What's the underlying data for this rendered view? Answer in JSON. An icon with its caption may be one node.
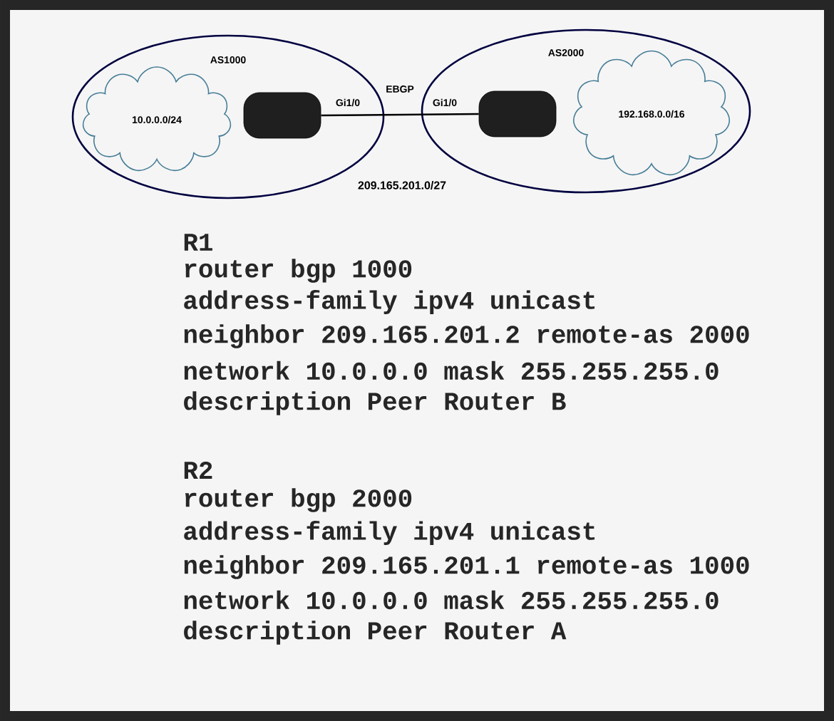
{
  "diagram": {
    "nodes": [
      {
        "text": [
          "AS1000"
        ]
      },
      {
        "text": [
          "10.0.0.0/24"
        ],
        "in": 0
      },
      {
        "text": [],
        "shape": "cylinder",
        "in": 0,
        "beside": [
          "Gi1/0"
        ]
      },
      {
        "text": [
          "AS2000"
        ]
      },
      {
        "text": [],
        "shape": "cylinder",
        "in": 3,
        "beside": [
          "Gi1/0"
        ]
      },
      {
        "text": [
          "192.168.0.0/16"
        ],
        "in": 3
      }
    ],
    "edges": [
      {
        "from": 2,
        "to": 4,
        "arrow": "none",
        "label": "EBGP"
      }
    ],
    "labels": [
      "209.165.201.0/27",
      "R1",
      "router bgp 1000",
      "address-family ipv4 unicast",
      "neighbor 209.165.201.2 remote-as 2000",
      "network 10.0.0.0 mask 255.255.255.0",
      "description Peer Router B",
      "R2",
      "router bgp 2000",
      "address-family ipv4 unicast",
      "neighbor 209.165.201.1 remote-as 1000",
      "network 10.0.0.0 mask 255.255.255.0",
      "description Peer Router A"
    ]
  }
}
